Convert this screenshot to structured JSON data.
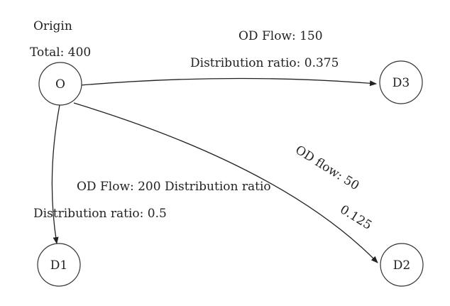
{
  "origin": {
    "caption": "Origin",
    "total": "Total: 400"
  },
  "nodes": {
    "o": "O",
    "d1": "D1",
    "d2": "D2",
    "d3": "D3"
  },
  "edges": {
    "o_d3": {
      "flow": "OD Flow: 150",
      "ratio": "Distribution ratio: 0.375"
    },
    "o_d2": {
      "flow": "OD flow: 50",
      "ratio": "0.125"
    },
    "o_d1": {
      "flow": "OD Flow: 200 Distribution ratio",
      "ratio": "Distribution ratio: 0.5"
    }
  },
  "colors": {
    "stroke": "#222222",
    "background": "#ffffff"
  }
}
